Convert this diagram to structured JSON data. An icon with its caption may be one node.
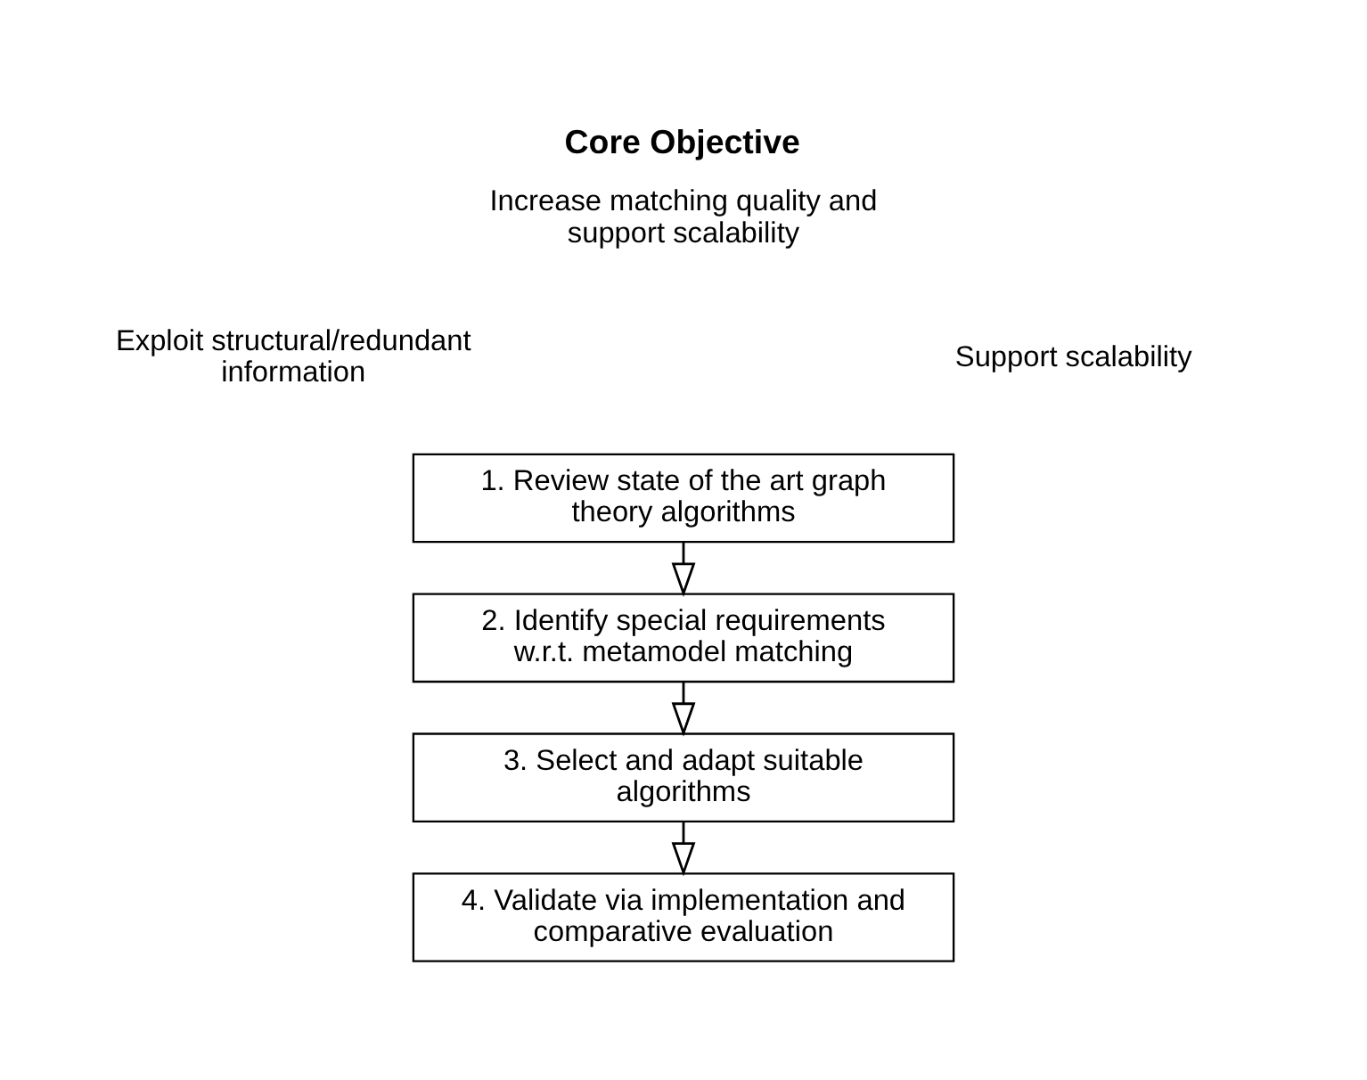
{
  "diagram": {
    "title": "Core Objective",
    "nodes": [
      {
        "text": [
          "1. Review state of the art graph theory algorithms"
        ]
      },
      {
        "text": [
          "2. Identify special requirements w.r.t. metamodel matching"
        ]
      },
      {
        "text": [
          "3. Select and adapt suitable algorithms"
        ]
      },
      {
        "text": [
          "4. Validate via implementation and comparative evaluation"
        ]
      }
    ],
    "edges": [
      {
        "from": 0,
        "to": 1,
        "arrow": "to"
      },
      {
        "from": 1,
        "to": 2,
        "arrow": "to"
      },
      {
        "from": 2,
        "to": 3,
        "arrow": "to"
      }
    ],
    "labels": [
      "Increase matching quality and support scalability",
      "Exploit structural/redundant information",
      "Support scalability"
    ]
  }
}
